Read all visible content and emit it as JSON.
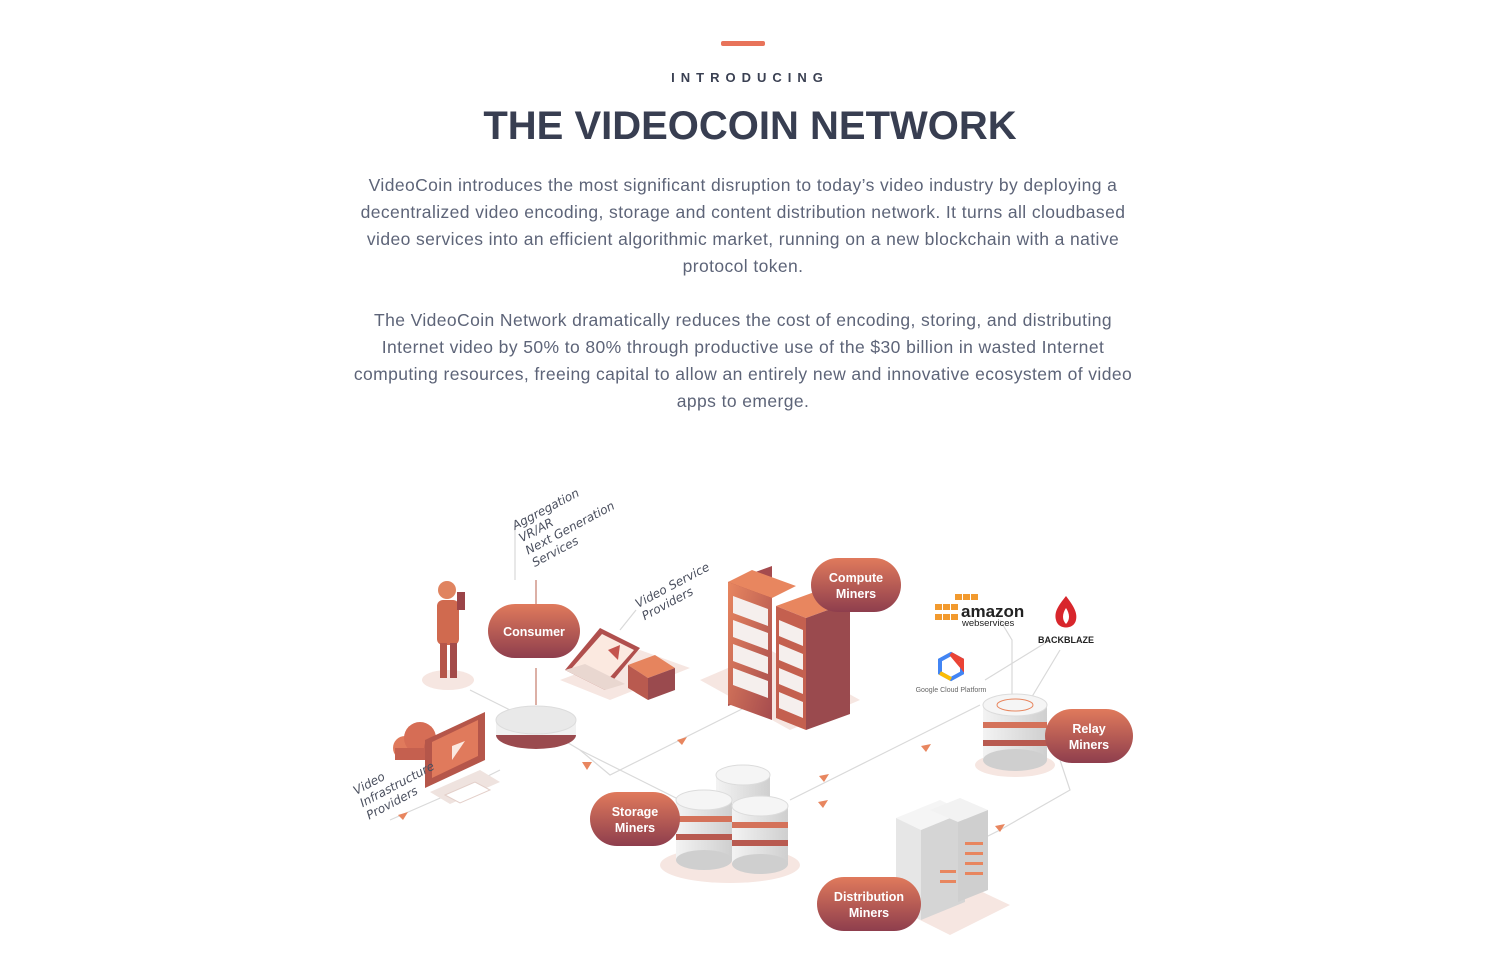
{
  "header": {
    "eyebrow": "INTRODUCING",
    "title": "THE VIDEOCOIN NETWORK",
    "accent_color": "#e8735a"
  },
  "paragraphs": {
    "intro": "VideoCoin introduces the most significant disruption to today’s video industry by deploying a decentralized video encoding, storage and content distribution network. It turns all cloudbased video services into an efficient algorithmic market, running on a new blockchain with a native protocol token.",
    "savings": "The VideoCoin Network dramatically reduces the cost of encoding, storing, and distributing Internet video by 50% to 80% through productive use of the $30 billion in wasted Internet computing resources, freeing capital to allow an entirely new and innovative ecosystem of video apps to emerge."
  },
  "diagram": {
    "pill_color": "#9a4a4e",
    "annotations": {
      "aggregation": [
        "Aggregation",
        "VR/AR",
        "Next Generation",
        "Services"
      ],
      "video_service_providers": [
        "Video Service",
        "Providers"
      ],
      "video_infrastructure_providers": [
        "Video",
        "Infrastructure",
        "Providers"
      ]
    },
    "nodes": {
      "consumer": "Consumer",
      "compute_miners": [
        "Compute",
        "Miners"
      ],
      "storage_miners": [
        "Storage",
        "Miners"
      ],
      "relay_miners": [
        "Relay",
        "Miners"
      ],
      "distribution_miners": [
        "Distribution",
        "Miners"
      ]
    },
    "logos": {
      "amazon_main": "amazon",
      "amazon_sub": "webservices",
      "backblaze": "BACKBLAZE",
      "google_cloud": "Google Cloud Platform"
    },
    "icons": [
      "person-icon",
      "laptop-video-icon",
      "cloud-icon",
      "monitor-play-icon",
      "server-rack-icon",
      "storage-disk-icon",
      "relay-disk-icon",
      "aws-logo",
      "backblaze-logo",
      "google-cloud-logo"
    ]
  }
}
